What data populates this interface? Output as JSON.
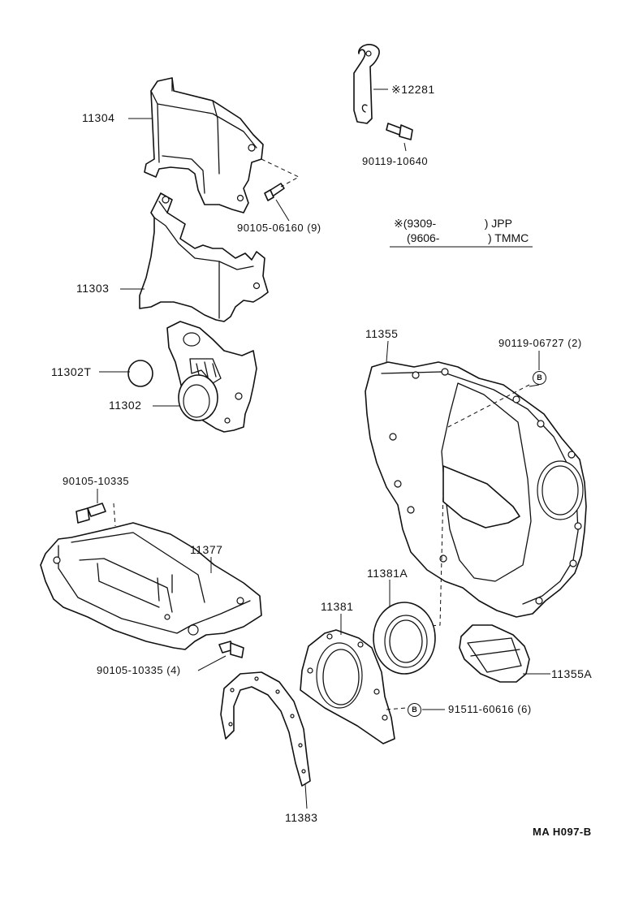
{
  "diagram_code": "MA  H097-B",
  "parts": {
    "p11304": "11304",
    "p11303": "11303",
    "p11302T": "11302T",
    "p11302": "11302",
    "p12281": "12281",
    "p90119_10640": "90119-10640",
    "p90105_06160": "90105-06160 (9)",
    "p11355": "11355",
    "p90119_06727": "90119-06727 (2)",
    "p90105_10335_top": "90105-10335",
    "p11377": "11377",
    "p11381A": "11381A",
    "p11381": "11381",
    "p90105_10335_bot": "90105-10335 (4)",
    "p11355A": "11355A",
    "p91511_60616": "91511-60616 (6)",
    "p11383": "11383"
  },
  "marks": {
    "asterisk": "※",
    "b_mark": "B"
  },
  "note": {
    "rows": [
      {
        "code": "(9309-",
        "plant": ") JPP"
      },
      {
        "code": "(9606-",
        "plant": ") TMMC"
      }
    ]
  },
  "colors": {
    "line": "#111111",
    "background": "#ffffff"
  }
}
